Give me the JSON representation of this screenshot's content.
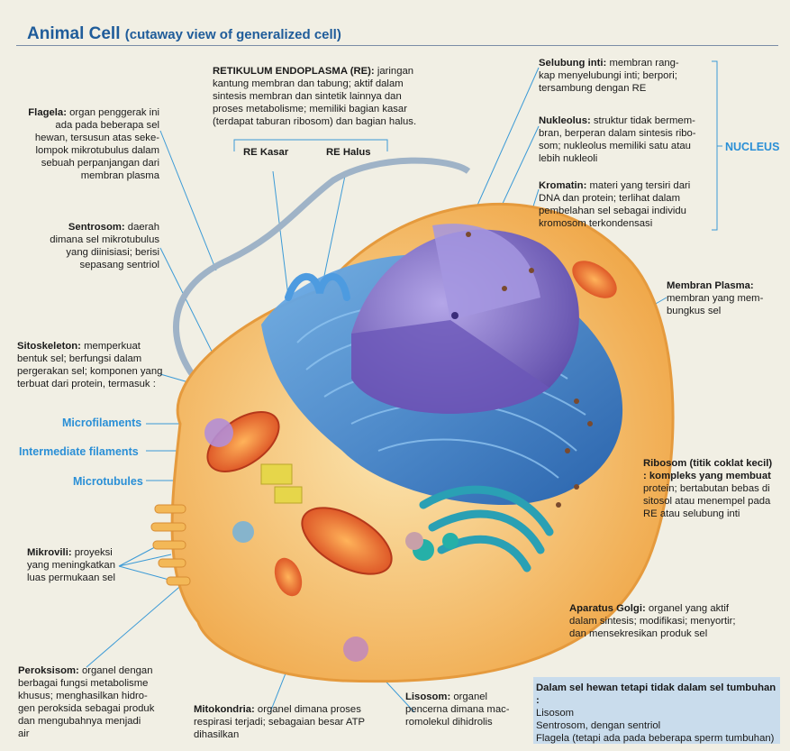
{
  "title": "Animal Cell",
  "subtitle": "(cutaway view of generalized cell)",
  "labels": {
    "re": {
      "term": "RETIKULUM ENDOPLASMA (RE):",
      "lines": [
        " jaringan",
        "kantung membran dan tabung; aktif dalam",
        "sintesis membran dan sintetik lainnya dan",
        "proses metabolisme; memiliki bagian kasar",
        "(terdapat taburan ribosom) dan bagian halus."
      ]
    },
    "re_kasar": "RE Kasar",
    "re_halus": "RE Halus",
    "flagela": {
      "term": "Flagela:",
      "lines": [
        " organ penggerak ini",
        "ada pada beberapa sel",
        "hewan, tersusun atas seke-",
        "lompok mikrotubulus dalam",
        "sebuah perpanjangan dari",
        "membran plasma"
      ]
    },
    "sentrosom": {
      "term": "Sentrosom:",
      "lines": [
        " daerah",
        "dimana sel mikrotubulus",
        "yang diinisiasi; berisi",
        "sepasang sentriol"
      ]
    },
    "sitoskeleton": {
      "term": "Sitoskeleton:",
      "lines": [
        " memperkuat",
        "bentuk sel; berfungsi dalam",
        "pergerakan sel; komponen yang",
        "terbuat dari protein, termasuk :"
      ]
    },
    "microfilaments": "Microfilaments",
    "intermediate": "Intermediate filaments",
    "microtubules": "Microtubules",
    "mikrovili": {
      "term": "Mikrovili:",
      "lines": [
        " proyeksi",
        "yang meningkatkan",
        "luas permukaan sel"
      ]
    },
    "peroksisom": {
      "term": "Peroksisom:",
      "lines": [
        " organel dengan",
        "berbagai fungsi metabolisme",
        "khusus; menghasilkan hidro-",
        "gen peroksida sebagai produk",
        "dan mengubahnya menjadi",
        "air"
      ]
    },
    "mitokondria": {
      "term": "Mitokondria:",
      "lines": [
        " organel dimana proses",
        "respirasi terjadi; sebagaian besar ATP",
        "dihasilkan"
      ]
    },
    "lisosom": {
      "term": "Lisosom:",
      "lines": [
        " organel",
        "pencerna dimana mac-",
        "romolekul dihidrolis"
      ]
    },
    "selubung": {
      "term": "Selubung inti:",
      "lines": [
        " membran rang-",
        "kap menyelubungi inti; berpori;",
        "tersambung dengan RE"
      ]
    },
    "nukleolus": {
      "term": "Nukleolus:",
      "lines": [
        " struktur tidak bermem-",
        "bran, berperan dalam sintesis ribo-",
        "som; nukleolus memiliki satu atau",
        "lebih nukleoli"
      ]
    },
    "kromatin": {
      "term": "Kromatin:",
      "lines": [
        " materi yang tersiri dari",
        "DNA dan protein; terlihat dalam",
        "pembelahan sel sebagai individu",
        "kromosom terkondensasi"
      ]
    },
    "nucleus": "NUCLEUS",
    "membran": {
      "term": "Membran Plasma:",
      "lines": [
        "",
        "membran yang mem-",
        "bungkus sel"
      ]
    },
    "ribosom": {
      "term": "Ribosom (titik coklat kecil)",
      "lines": [
        "",
        ": kompleks yang membuat",
        "protein; bertabutan bebas di",
        "sitosol atau menempel pada",
        "RE atau selubung inti"
      ]
    },
    "golgi": {
      "term": "Aparatus Golgi:",
      "lines": [
        " organel yang aktif",
        "dalam sintesis; modifikasi; menyortir;",
        "dan mensekresikan produk sel"
      ]
    }
  },
  "note": {
    "heading": "Dalam sel hewan tetapi tidak dalam sel tumbuhan :",
    "items": [
      "Lisosom",
      "Sentrosom, dengan sentriol",
      "Flagela (tetapi ada pada beberapa sperm tumbuhan)"
    ]
  },
  "colors": {
    "title": "#1f5c9a",
    "accent": "#2a8fd6",
    "cytoplasm": "#f3b857",
    "er": "#2f79c9",
    "nucleus": "#7f6cc4",
    "mito": "#e5582a",
    "note_bg": "#c9dcec"
  }
}
